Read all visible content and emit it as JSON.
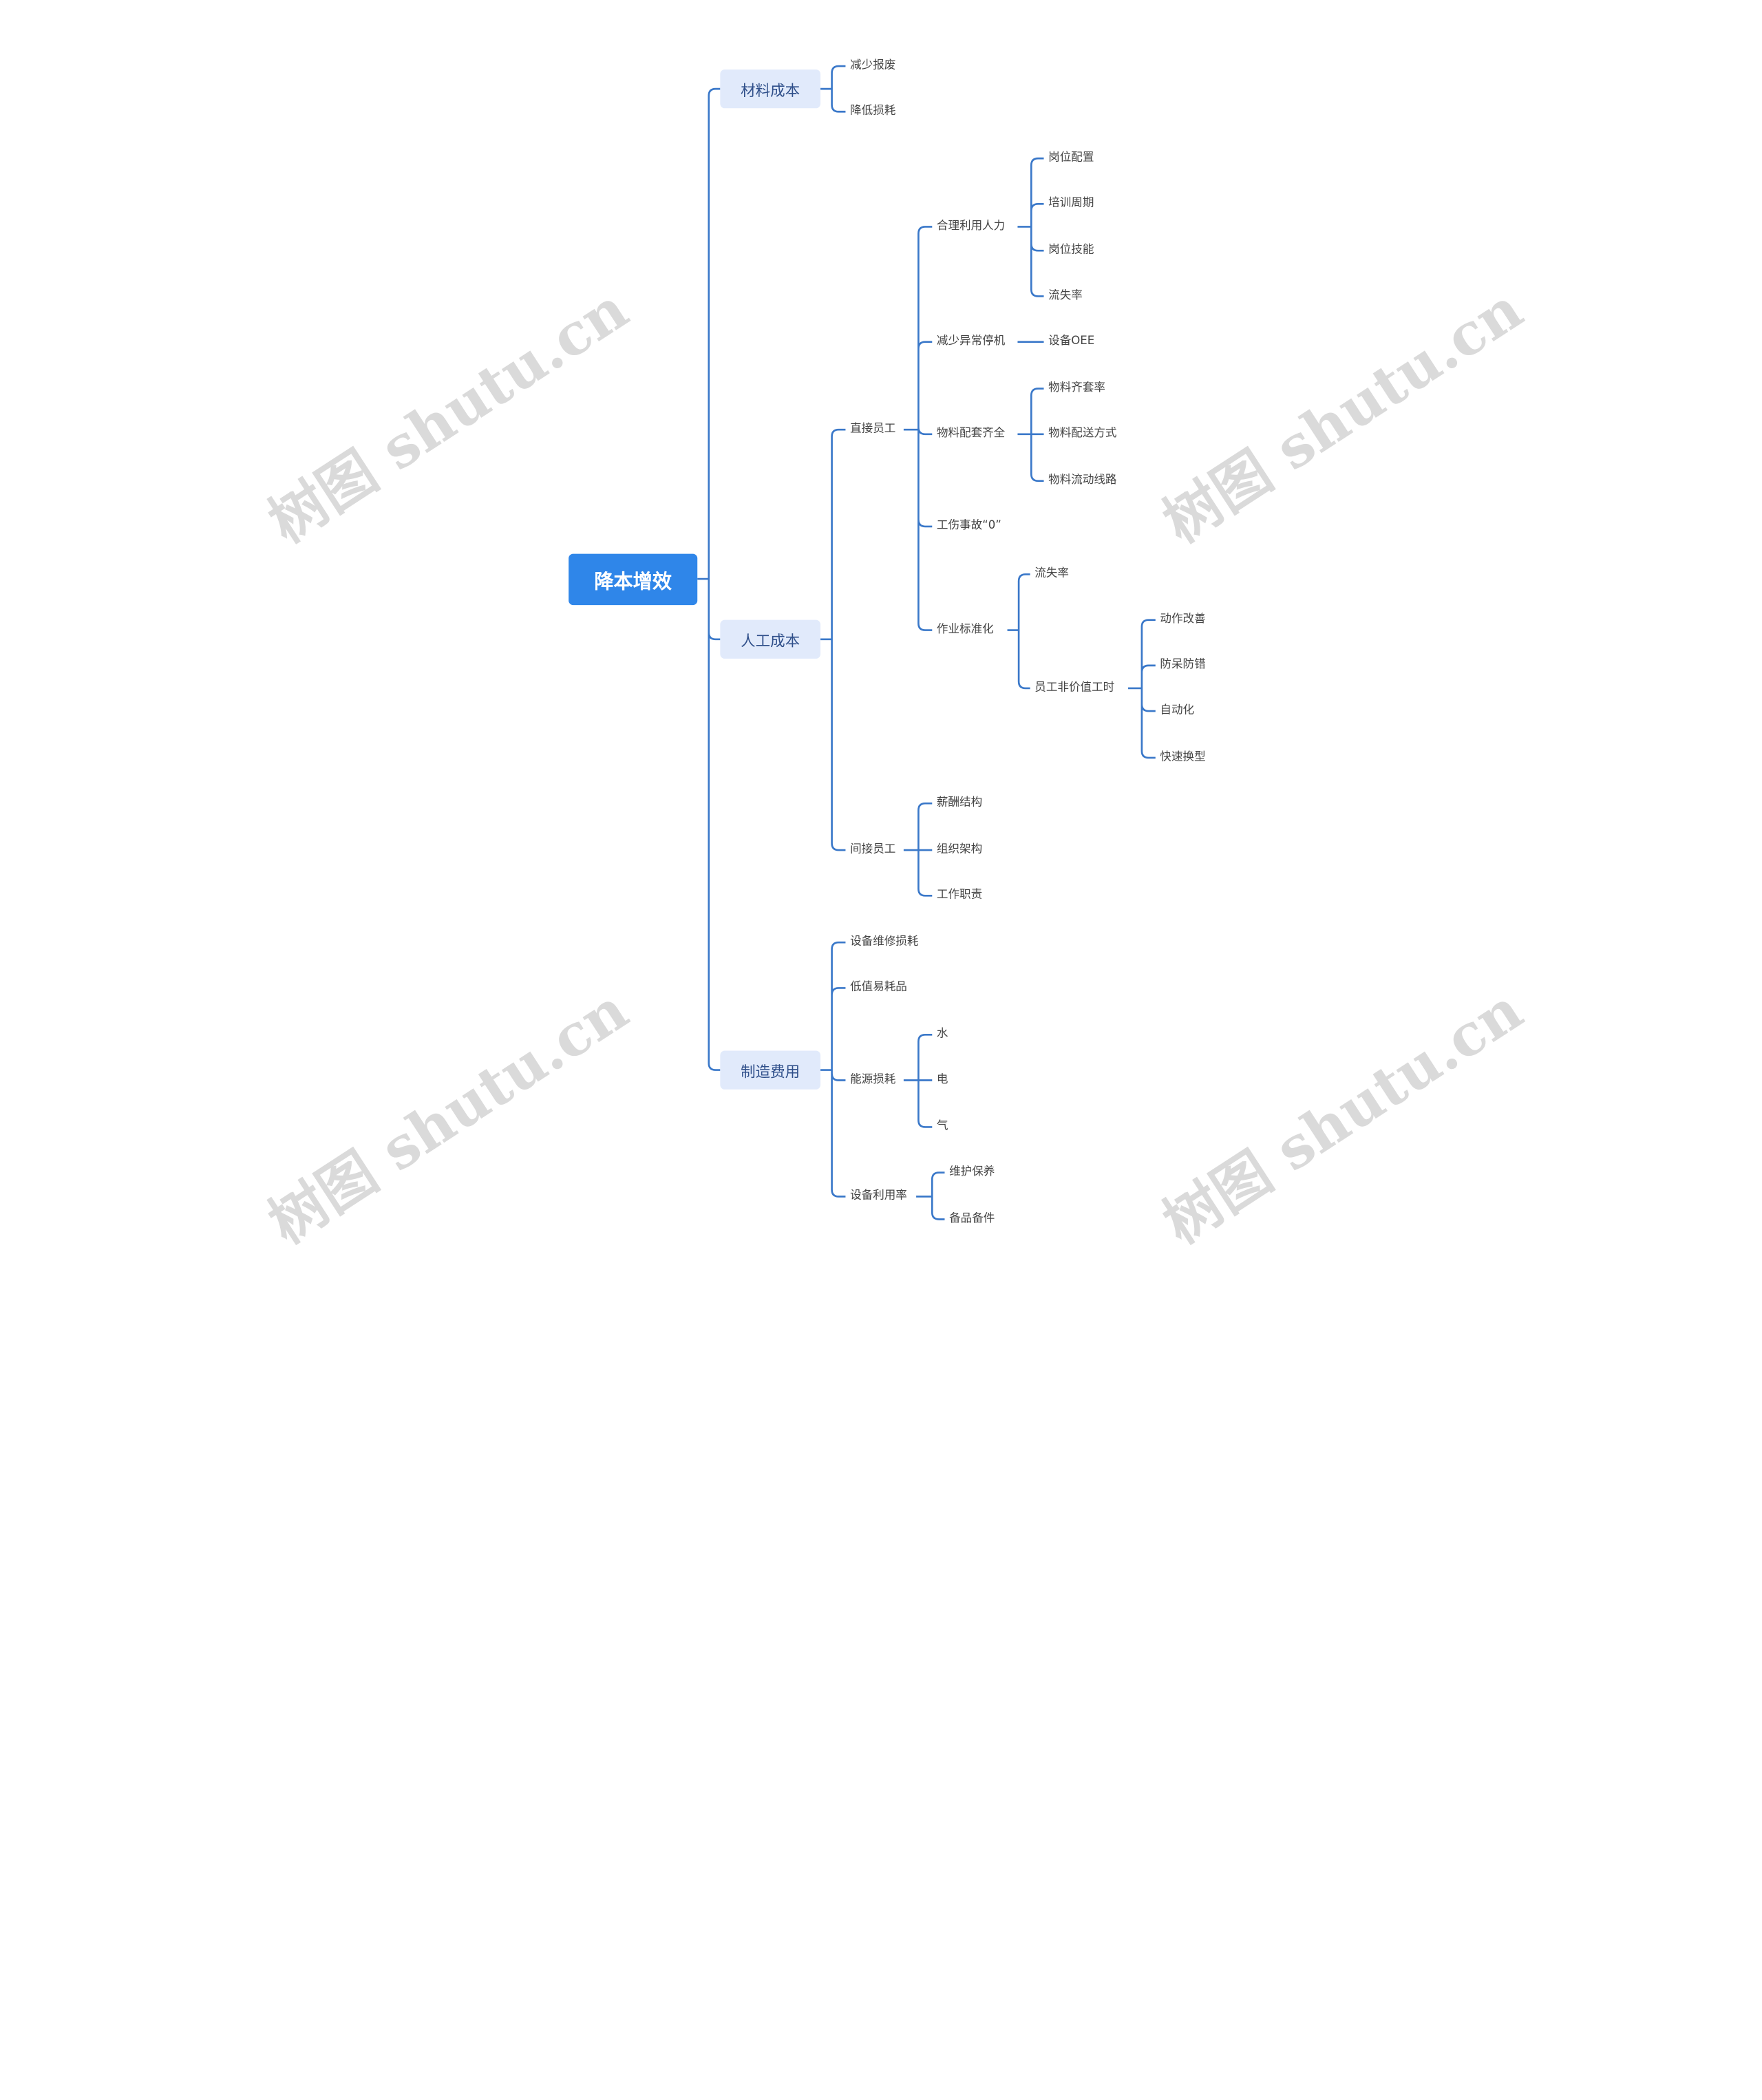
{
  "root": "降本增效",
  "branches": [
    {
      "id": "mat",
      "label": "材料成本",
      "children": [
        {
          "id": "mat1",
          "label": "减少报废"
        },
        {
          "id": "mat2",
          "label": "降低损耗"
        }
      ]
    },
    {
      "id": "lab",
      "label": "人工成本",
      "children": [
        {
          "id": "direct",
          "label": "直接员工",
          "children": [
            {
              "id": "hr",
              "label": "合理利用人力",
              "children": [
                {
                  "id": "hr1",
                  "label": "岗位配置"
                },
                {
                  "id": "hr2",
                  "label": "培训周期"
                },
                {
                  "id": "hr3",
                  "label": "岗位技能"
                },
                {
                  "id": "hr4",
                  "label": "流失率"
                }
              ]
            },
            {
              "id": "stop",
              "label": "减少异常停机",
              "children": [
                {
                  "id": "stop1",
                  "label": "设备OEE"
                }
              ]
            },
            {
              "id": "matl",
              "label": "物料配套齐全",
              "children": [
                {
                  "id": "matl1",
                  "label": "物料齐套率"
                },
                {
                  "id": "matl2",
                  "label": "物料配送方式"
                },
                {
                  "id": "matl3",
                  "label": "物料流动线路"
                }
              ]
            },
            {
              "id": "safe",
              "label": "工伤事故“0”"
            },
            {
              "id": "std",
              "label": "作业标准化",
              "children": [
                {
                  "id": "std1",
                  "label": "流失率"
                },
                {
                  "id": "std2",
                  "label": "员工非价值工时",
                  "children": [
                    {
                      "id": "std2a",
                      "label": "动作改善"
                    },
                    {
                      "id": "std2b",
                      "label": "防呆防错"
                    },
                    {
                      "id": "std2c",
                      "label": "自动化"
                    },
                    {
                      "id": "std2d",
                      "label": "快速换型"
                    }
                  ]
                }
              ]
            }
          ]
        },
        {
          "id": "indirect",
          "label": "间接员工",
          "children": [
            {
              "id": "ind1",
              "label": "薪酬结构"
            },
            {
              "id": "ind2",
              "label": "组织架构"
            },
            {
              "id": "ind3",
              "label": "工作职责"
            }
          ]
        }
      ]
    },
    {
      "id": "mfg",
      "label": "制造费用",
      "children": [
        {
          "id": "mfg1",
          "label": "设备维修损耗"
        },
        {
          "id": "mfg2",
          "label": "低值易耗品"
        },
        {
          "id": "energy",
          "label": "能源损耗",
          "children": [
            {
              "id": "e1",
              "label": "水"
            },
            {
              "id": "e2",
              "label": "电"
            },
            {
              "id": "e3",
              "label": "气"
            }
          ]
        },
        {
          "id": "util",
          "label": "设备利用率",
          "children": [
            {
              "id": "u1",
              "label": "维护保养"
            },
            {
              "id": "u2",
              "label": "备品备件"
            }
          ]
        }
      ]
    }
  ],
  "watermark": "树图 shutu.cn",
  "colors": {
    "line": "#3a78c9",
    "root_bg": "#2f86e9",
    "branch_bg": "#e1eafb"
  }
}
